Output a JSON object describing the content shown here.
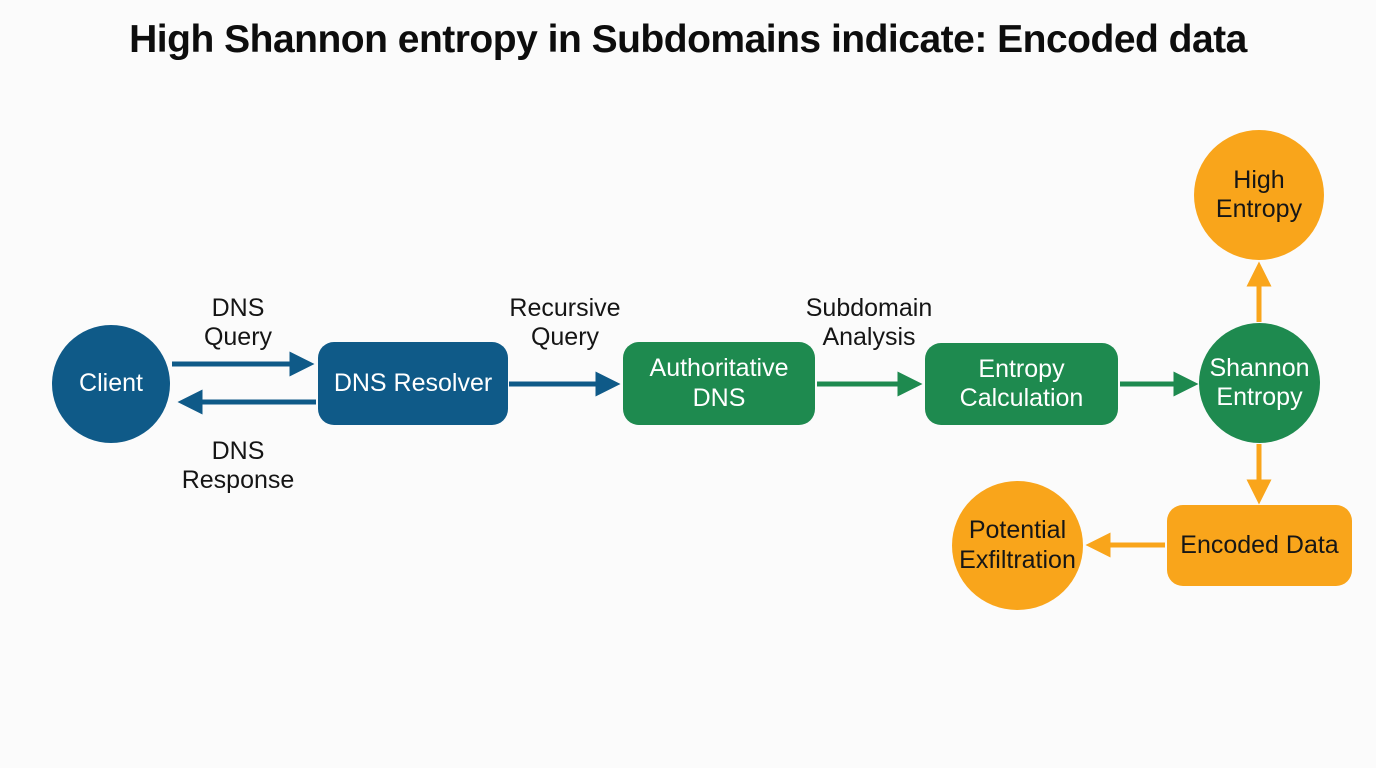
{
  "title": "High Shannon entropy in Subdomains indicate: Encoded data",
  "diagram": {
    "nodes": {
      "client": {
        "label": "Client",
        "shape": "circle",
        "color": "#0f5a88",
        "text_color": "#ffffff"
      },
      "dns_resolver": {
        "label": "DNS Resolver",
        "shape": "rounded-rect",
        "color": "#0f5a88",
        "text_color": "#ffffff"
      },
      "authoritative_dns": {
        "label": "Authoritative\nDNS",
        "shape": "rounded-rect",
        "color": "#1e8a4f",
        "text_color": "#ffffff"
      },
      "entropy_calculation": {
        "label": "Entropy\nCalculation",
        "shape": "rounded-rect",
        "color": "#1e8a4f",
        "text_color": "#ffffff"
      },
      "shannon_entropy": {
        "label": "Shannon\nEntropy",
        "shape": "circle",
        "color": "#1e8a4f",
        "text_color": "#ffffff"
      },
      "high_entropy": {
        "label": "High\nEntropy",
        "shape": "circle",
        "color": "#f9a51b",
        "text_color": "#161616"
      },
      "encoded_data": {
        "label": "Encoded Data",
        "shape": "rounded-rect",
        "color": "#f9a51b",
        "text_color": "#161616"
      },
      "potential_exfiltration": {
        "label": "Potential\nExfiltration",
        "shape": "circle",
        "color": "#f9a51b",
        "text_color": "#161616"
      }
    },
    "edge_labels": {
      "dns_query": "DNS\nQuery",
      "dns_response": "DNS\nResponse",
      "recursive_query": "Recursive\nQuery",
      "subdomain_analysis": "Subdomain\nAnalysis"
    },
    "edges": [
      {
        "from": "Client",
        "to": "DNS Resolver",
        "label": "DNS Query",
        "color": "#0f5a88"
      },
      {
        "from": "DNS Resolver",
        "to": "Client",
        "label": "DNS Response",
        "color": "#0f5a88"
      },
      {
        "from": "DNS Resolver",
        "to": "Authoritative DNS",
        "label": "Recursive Query",
        "color": "#0f5a88"
      },
      {
        "from": "Authoritative DNS",
        "to": "Entropy Calculation",
        "label": "Subdomain Analysis",
        "color": "#1e8a4f"
      },
      {
        "from": "Entropy Calculation",
        "to": "Shannon Entropy",
        "label": "",
        "color": "#1e8a4f"
      },
      {
        "from": "Shannon Entropy",
        "to": "High Entropy",
        "label": "",
        "color": "#f9a51b"
      },
      {
        "from": "Shannon Entropy",
        "to": "Encoded Data",
        "label": "",
        "color": "#f9a51b"
      },
      {
        "from": "Encoded Data",
        "to": "Potential Exfiltration",
        "label": "",
        "color": "#f9a51b"
      }
    ],
    "colors": {
      "blue": "#0f5a88",
      "green": "#1e8a4f",
      "orange": "#f9a51b",
      "background": "#fbfbfb"
    }
  }
}
